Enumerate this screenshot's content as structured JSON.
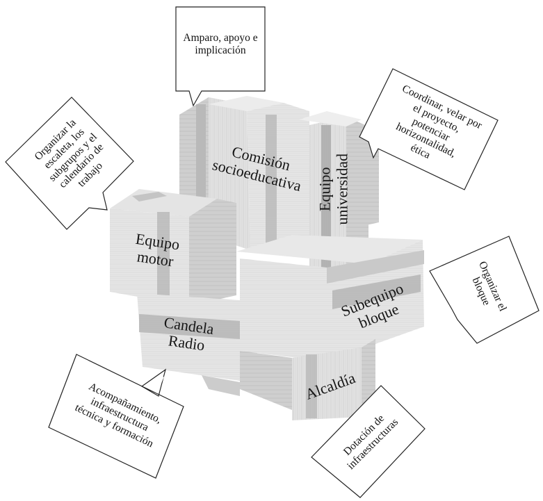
{
  "puzzle": {
    "blocks": {
      "comision": {
        "line1": "Comisión",
        "line2": "socioeducativa"
      },
      "universidad": {
        "line1": "Equipo",
        "line2": "universidad"
      },
      "motor": {
        "line1": "Equipo",
        "line2": "motor"
      },
      "candela": {
        "line1": "Candela",
        "line2": "Radio"
      },
      "subequipo": {
        "line1": "Subequipo",
        "line2": "bloque"
      },
      "alcaldia": {
        "line1": "Alcaldía"
      }
    }
  },
  "callouts": {
    "amparo": {
      "line1": "Amparo, apoyo e",
      "line2": "implicación"
    },
    "organizar_escaleta": {
      "line1": "Organizar la",
      "line2": "escaleta, los",
      "line3": "subgrupos y el",
      "line4": "calendario de",
      "line5": "trabajo"
    },
    "coordinar": {
      "line1": "Coordinar, velar por",
      "line2": "el proyecto,",
      "line3": "potenciar",
      "line4": "horizontalidad,",
      "line5": "ética"
    },
    "organizar_bloque": {
      "line1": "Organizar el",
      "line2": "bloque"
    },
    "acompanamiento": {
      "line1": "Acompañamiento,",
      "line2": "infraestructura",
      "line3": "técnica y formación"
    },
    "dotacion": {
      "line1": "Dotación de",
      "line2": "infraestructuras"
    }
  },
  "colors": {
    "wood_light": "#e9e9e9",
    "wood_mid": "#d6d6d6",
    "wood_dark": "#b8b8b8",
    "stripe": "#a9a9a9",
    "outline": "#222222"
  }
}
